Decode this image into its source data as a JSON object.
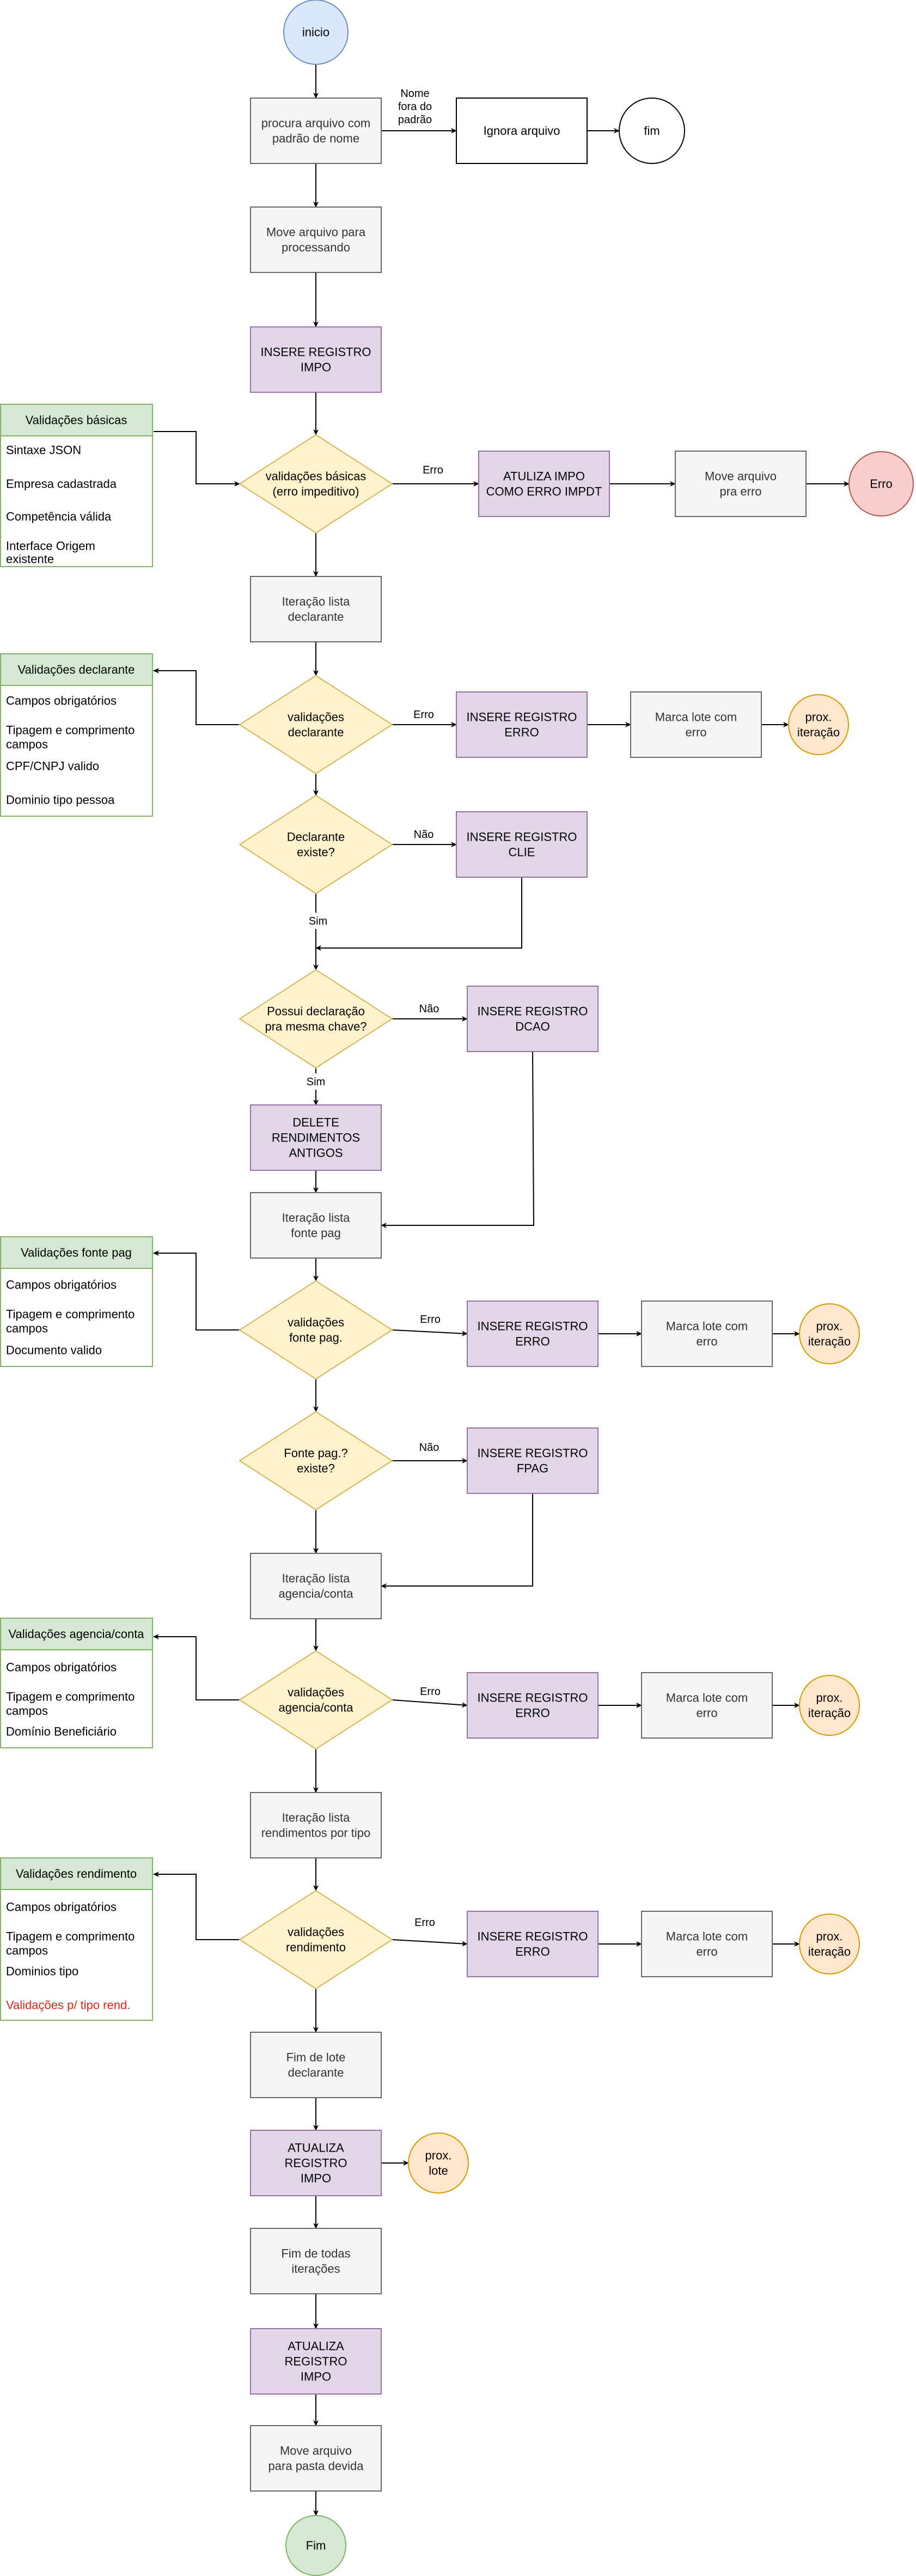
{
  "colors": {
    "process_fill": "#f5f5f5",
    "process_stroke": "#666666",
    "db_fill": "#e1d5e7",
    "db_stroke": "#9673a6",
    "decision_fill": "#fff2cc",
    "decision_stroke": "#d6b656",
    "start_fill": "#dae8fc",
    "start_stroke": "#6c8ebf",
    "end_fill": "#d5e8d4",
    "end_stroke": "#82b366",
    "error_fill": "#f8cecc",
    "error_stroke": "#b85450",
    "next_fill": "#ffe6cc",
    "next_stroke": "#d79b00",
    "panel_header_fill": "#d5e8d4",
    "panel_stroke": "#82b366",
    "highlight_text": "#e8261c"
  },
  "nodes": {
    "inicio": "inicio",
    "procura": [
      "procura arquivo com",
      "padrão de nome"
    ],
    "ignora": "Ignora arquivo",
    "fim_top": "fim",
    "move_processando": [
      "Move arquivo para",
      "processando"
    ],
    "insere_impo": [
      "INSERE REGISTRO",
      "IMPO"
    ],
    "val_basicas": [
      "validações básicas",
      "(erro impeditivo)"
    ],
    "atualiza_erro": [
      "ATULIZA IMPO",
      "COMO ERRO IMPDT"
    ],
    "move_erro": [
      "Move arquivo",
      "pra erro"
    ],
    "erro_end": "Erro",
    "iter_declarante": [
      "Iteração lista",
      "declarante"
    ],
    "val_declarante": [
      "validações",
      "declarante"
    ],
    "insere_erro_1": [
      "INSERE REGISTRO",
      "ERRO"
    ],
    "marca_1": [
      "Marca lote com",
      "erro"
    ],
    "prox_1": [
      "prox.",
      "iteração"
    ],
    "declarante_existe": [
      "Declarante",
      "existe?"
    ],
    "insere_clie": [
      "INSERE REGISTRO",
      "CLIE"
    ],
    "possui_declaracao": [
      "Possui declaração",
      "pra mesma chave?"
    ],
    "insere_dcao": [
      "INSERE REGISTRO",
      "DCAO"
    ],
    "delete_rendimentos": [
      "DELETE",
      "RENDIMENTOS",
      "ANTIGOS"
    ],
    "iter_fonte": [
      "Iteração lista",
      "fonte pag"
    ],
    "val_fonte": [
      "validações",
      "fonte pag."
    ],
    "insere_erro_2": [
      "INSERE REGISTRO",
      "ERRO"
    ],
    "marca_2": [
      "Marca lote com",
      "erro"
    ],
    "prox_2": [
      "prox.",
      "iteração"
    ],
    "fonte_existe": [
      "Fonte pag.?",
      "existe?"
    ],
    "insere_fpag": [
      "INSERE REGISTRO",
      "FPAG"
    ],
    "iter_agencia": [
      "Iteração lista",
      "agencia/conta"
    ],
    "val_agencia": [
      "validações",
      "agencia/conta"
    ],
    "insere_erro_3": [
      "INSERE REGISTRO",
      "ERRO"
    ],
    "marca_3": [
      "Marca lote com",
      "erro"
    ],
    "prox_3": [
      "prox.",
      "iteração"
    ],
    "iter_rendimentos": [
      "Iteração lista",
      "rendimentos por tipo"
    ],
    "val_rendimento": [
      "validações",
      "rendimento"
    ],
    "insere_erro_4": [
      "INSERE REGISTRO",
      "ERRO"
    ],
    "marca_4": [
      "Marca lote com",
      "erro"
    ],
    "prox_4": [
      "prox.",
      "iteração"
    ],
    "fim_lote": [
      "Fim de lote",
      "declarante"
    ],
    "atualiza_impo_1": [
      "ATUALIZA",
      "REGISTRO",
      "IMPO"
    ],
    "prox_lote": [
      "prox.",
      "lote"
    ],
    "fim_todas": [
      "Fim de todas",
      "iterações"
    ],
    "atualiza_impo_2": [
      "ATUALIZA",
      "REGISTRO",
      "IMPO"
    ],
    "move_pasta": [
      "Move arquivo",
      "para pasta devida"
    ],
    "fim_end": "Fim"
  },
  "edge_labels": {
    "nome_fora": [
      "Nome",
      "fora do",
      "padrão"
    ],
    "erro_basicas": "Erro",
    "erro_declarante": "Erro",
    "nao_declarante": "Não",
    "sim_declarante": "Sim",
    "nao_declaracao": "Não",
    "sim_declaracao": "Sim",
    "erro_fonte": "Erro",
    "nao_fonte": "Não",
    "erro_agencia": "Erro",
    "erro_rendimento": "Erro"
  },
  "panels": {
    "basicas": {
      "title": "Validações básicas",
      "items": [
        [
          "Sintaxe JSON"
        ],
        [
          "Empresa cadastrada"
        ],
        [
          "Competência válida"
        ],
        [
          "Interface Origem",
          "existente"
        ]
      ]
    },
    "declarante": {
      "title": "Validações declarante",
      "items": [
        [
          "Campos obrigatórios"
        ],
        [
          "Tipagem e comprimento",
          "campos"
        ],
        [
          "CPF/CNPJ valido"
        ],
        [
          "Dominio tipo pessoa"
        ]
      ]
    },
    "fonte": {
      "title": "Validações fonte pag",
      "items": [
        [
          "Campos obrigatórios"
        ],
        [
          "Tipagem e comprimento",
          "campos"
        ],
        [
          "Documento valido"
        ]
      ]
    },
    "agencia": {
      "title": "Validações agencia/conta",
      "items": [
        [
          "Campos obrigatórios"
        ],
        [
          "Tipagem e comprimento",
          "campos"
        ],
        [
          "Domínio Beneficiário"
        ]
      ]
    },
    "rendimento": {
      "title": "Validações rendimento",
      "items": [
        [
          "Campos obrigatórios"
        ],
        [
          "Tipagem e comprimento",
          "campos"
        ],
        [
          "Dominios tipo"
        ],
        [
          "Validações p/ tipo rend."
        ]
      ]
    }
  }
}
